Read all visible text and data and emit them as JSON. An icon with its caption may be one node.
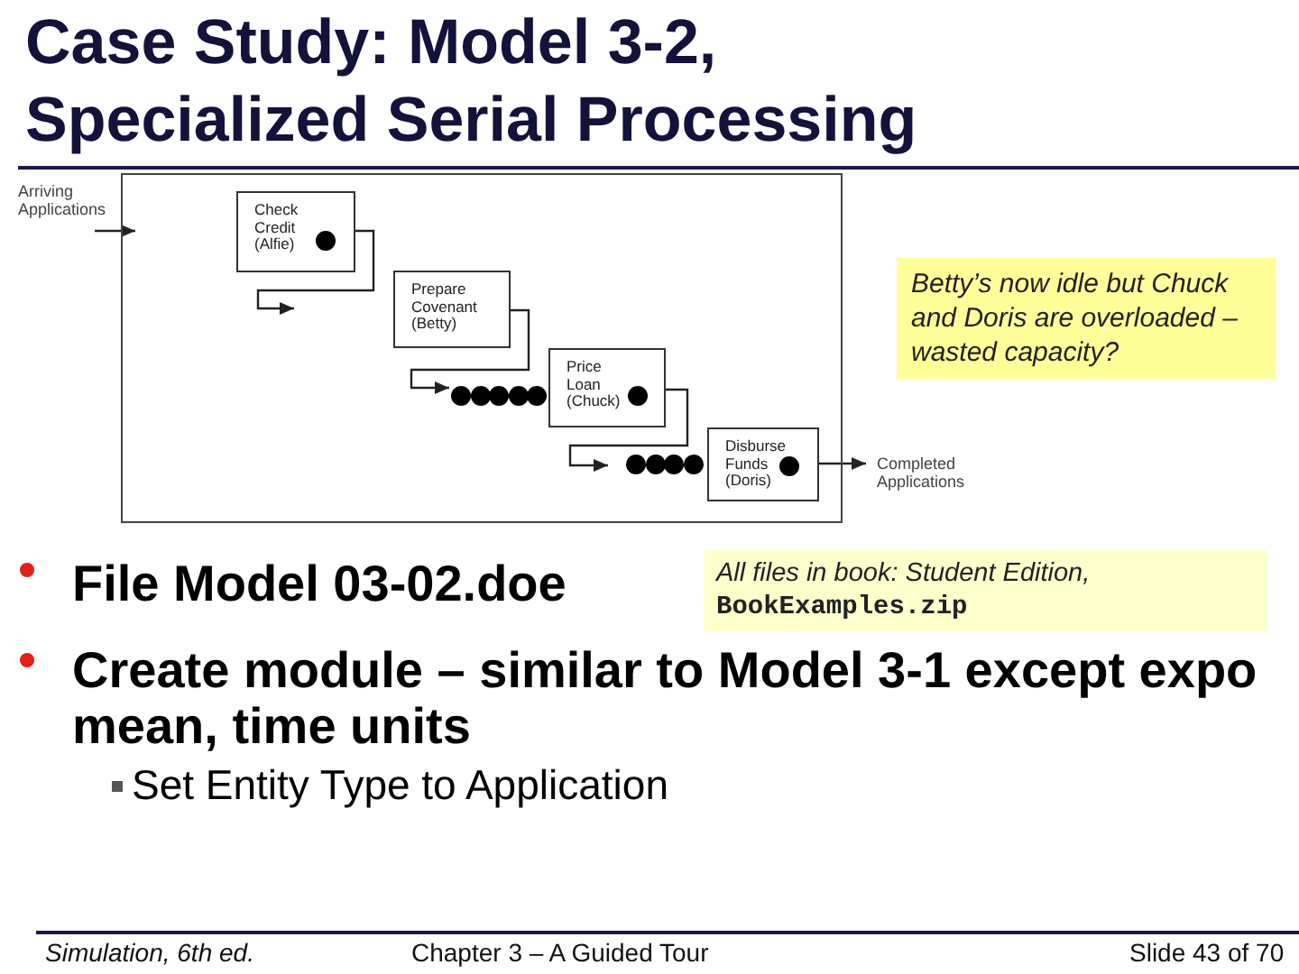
{
  "diagram": {
    "title": "Case Study: Model 3-2, Specialized Serial Processing",
    "nodes": [
      {
        "text": [
          "Arriving Applications"
        ]
      },
      {
        "text": [],
        "shape": "box"
      },
      {
        "text": [
          "Check Credit (Alfie)"
        ],
        "in": 1
      },
      {
        "text": [
          "Prepare Covenant (Betty)"
        ],
        "in": 1
      },
      {
        "text": [
          "Price Loan (Chuck)"
        ],
        "in": 1
      },
      {
        "text": [
          "Disburse Funds (Doris)"
        ],
        "in": 1
      },
      {
        "text": [
          "Completed Applications"
        ]
      },
      {
        "text": [
          "Betty’s now idle but Chuck and Doris are overloaded – wasted capacity?"
        ]
      },
      {
        "text": [
          "All files in book: Student Edition, **BookExamples.zip**"
        ]
      }
    ],
    "edges": [
      {
        "from": 0,
        "to": 1,
        "arrow": "to"
      },
      {
        "from": 2,
        "to": null,
        "arrow": "to"
      },
      {
        "from": 3,
        "to": 4,
        "arrow": "to"
      },
      {
        "from": 4,
        "to": 5,
        "arrow": "to"
      },
      {
        "from": 5,
        "to": 6,
        "arrow": "to"
      }
    ],
    "labels": [
      "File Model 03-02.doe",
      "Create module – similar to Model 3-1 except expo mean, time units",
      "Set Entity Type to Application",
      "Simulation, 6th ed.",
      "Chapter 3 – A Guided Tour",
      "Slide 43 of 70"
    ]
  }
}
